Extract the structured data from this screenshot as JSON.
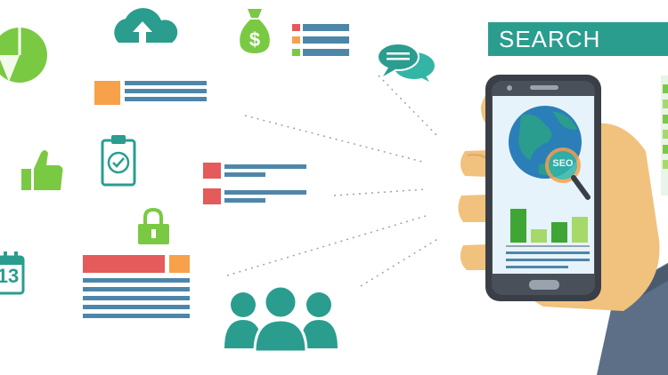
{
  "search": {
    "label": "SEARCH"
  },
  "calendar": {
    "day": "13"
  },
  "magnifier": {
    "text": "SEO"
  },
  "colors": {
    "teal": "#2a9d8f",
    "teal_light": "#33b5a5",
    "green": "#7ac943",
    "green_dark": "#3fa535",
    "orange": "#f7a14a",
    "red": "#e55a5a",
    "steel_blue": "#4e86a9",
    "phone_body": "#3a3f47",
    "screen_bg": "#e7f3fa",
    "skin": "#f1c27d",
    "sleeve": "#5c6f86"
  },
  "icons": [
    "pie-chart-icon",
    "cloud-upload-icon",
    "money-bag-icon",
    "list-icon",
    "chat-bubbles-icon",
    "thumbs-up-icon",
    "clipboard-check-icon",
    "padlock-icon",
    "calendar-icon",
    "team-icon",
    "globe-icon",
    "magnifier-icon",
    "bar-chart-icon"
  ]
}
